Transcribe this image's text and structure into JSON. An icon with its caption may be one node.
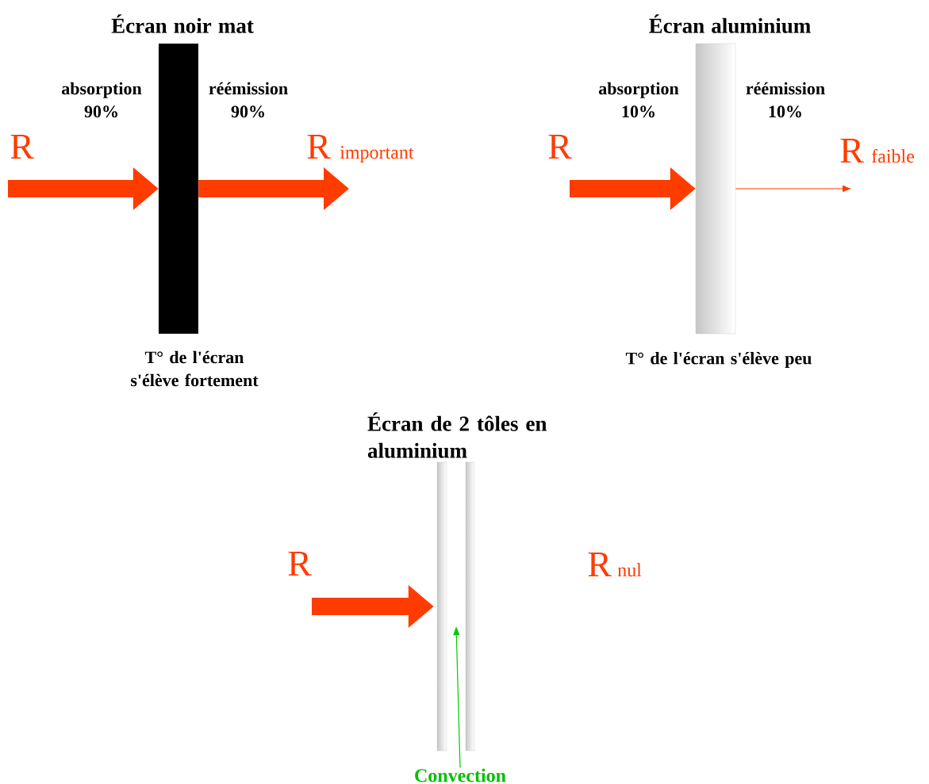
{
  "diagram": {
    "nodes": [
      {
        "text": [
          "Écran noir mat"
        ],
        "beside": [
          "absorption 90%",
          "réémission 90%",
          "T° de l'écran s'élève fortement"
        ]
      },
      {
        "text": [
          "Écran aluminium"
        ],
        "beside": [
          "absorption 10%",
          "réémission 10%",
          "T° de l'écran s'élève peu"
        ]
      },
      {
        "text": [
          "Écran de 2 tôles en aluminium"
        ]
      },
      {
        "text": [
          "Convection"
        ]
      }
    ],
    "edges": [
      {
        "from": null,
        "to": 0,
        "arrow": "to",
        "label": "R"
      },
      {
        "from": 0,
        "to": null,
        "arrow": "to",
        "label": "R"
      },
      {
        "from": null,
        "to": 1,
        "arrow": "to",
        "label": "R"
      },
      {
        "from": 1,
        "to": null,
        "arrow": "to",
        "label": "R"
      },
      {
        "from": null,
        "to": 2,
        "arrow": "to",
        "label": "R"
      },
      {
        "from": 3,
        "to": 2,
        "arrow": "to",
        "color": "#00cc00"
      }
    ],
    "labels": [
      "important",
      "faible",
      "R",
      "nul"
    ]
  }
}
